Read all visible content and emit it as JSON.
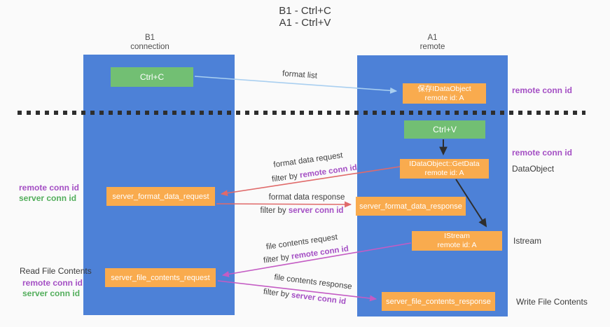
{
  "title": {
    "line1": "B1 - Ctrl+C",
    "line2": "A1 - Ctrl+V"
  },
  "colors": {
    "background": "#fafafa",
    "lane_blue": "#4d81d7",
    "box_green": "#72bf73",
    "box_orange": "#f9ab4e",
    "arrow_light_blue": "#a9cff0",
    "arrow_red": "#e06a6a",
    "arrow_magenta": "#c45cc4",
    "arrow_black": "#2e2e2e",
    "text_purple": "#a44fc4",
    "text_green": "#53ae5c"
  },
  "lanes": {
    "left": {
      "name": "B1",
      "subtitle": "connection"
    },
    "right": {
      "name": "A1",
      "subtitle": "remote"
    }
  },
  "nodes": {
    "ctrl_c": {
      "label": "Ctrl+C"
    },
    "save_dataobject": {
      "line1": "保存IDataObject",
      "line2": "remote id: A"
    },
    "ctrl_v": {
      "label": "Ctrl+V"
    },
    "getdata": {
      "line1": "IDataObject::GetData",
      "line2": "remote id: A"
    },
    "server_format_data_request": {
      "label": "server_format_data_request"
    },
    "server_format_data_response": {
      "label": "server_format_data_response"
    },
    "istream": {
      "line1": "IStream",
      "line2": "remote id: A"
    },
    "server_file_contents_request": {
      "label": "server_file_contents_request"
    },
    "server_file_contents_response": {
      "label": "server_file_contents_response"
    }
  },
  "annotations": {
    "remote_conn_id_top_right": "remote conn id",
    "remote_conn_id_right": "remote conn id",
    "dataobject": "DataObject",
    "istream": "Istream",
    "write_file_contents": "Write File Contents",
    "read_file_contents": "Read File Contents",
    "remote_conn_id_left_1": "remote conn id",
    "server_conn_id_left_1": "server conn id",
    "remote_conn_id_left_2": "remote conn id",
    "server_conn_id_left_2": "server conn id"
  },
  "flows": {
    "format_list": "format list",
    "format_data_request": "format data request",
    "format_data_response": "format data response",
    "file_contents_request": "file contents request",
    "file_contents_response": "file contents response",
    "filter_by": "filter by",
    "remote_conn_id": "remote conn id",
    "server_conn_id": "server conn id"
  }
}
